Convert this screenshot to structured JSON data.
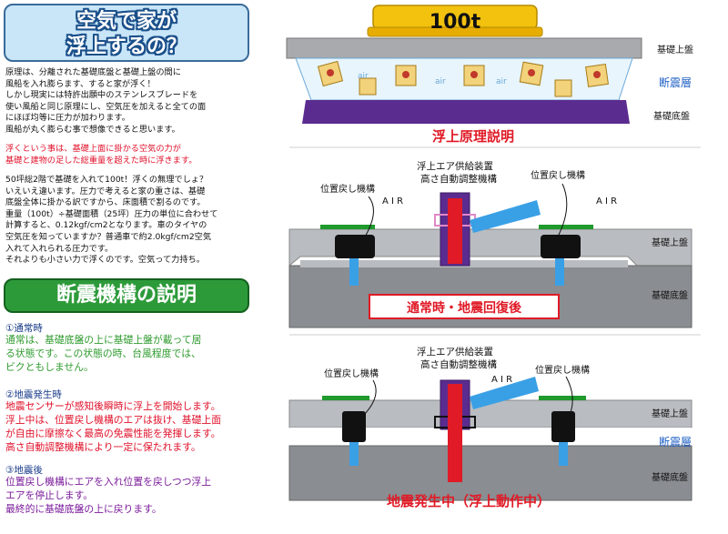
{
  "left": {
    "title_line1": "空気で家が",
    "title_line2": "浮上するの？",
    "intro": "原理は、分離された基礎底盤と基礎上盤の間に\n風船を入れ膨らます、すると家が浮く！\nしかし現実には特許出願中のステンレスブレードを\n使い風船と同じ原理にし、空気圧を加えると全ての面\nにほぼ均等に圧力が加わります。\n風船が丸く膨らむ事で想像できると思います。",
    "red_note": "浮くという事は、基礎上面に掛かる空気の力が\n基礎と建物の足した総重量を超えた時に浮きます。",
    "calc": "50坪総2階で基礎を入れて100t！浮くの無理でしょ？\nいえいえ違います。圧力で考えると家の重さは、基礎\n底盤全体に掛かる訳ですから、床面積で割るのです。\n重量（100t）÷基礎面積（25坪）圧力の単位に合わせて\n計算すると、0.12kgf/cm2となります。車のタイヤの\n空気圧を知っていますか？普通車で約2.0kgf/cm2空気\n入れて入れられる圧力です。\nそれよりも小さい力で浮くのです。空気って力持ち。",
    "section_title": "断震機構の説明",
    "s1_head": "①通常時",
    "s1_body": "通常は、基礎底盤の上に基礎上盤が載って居\nる状態です。この状態の時、台風程度では、\nビクともしません。",
    "s2_head": "②地震発生時",
    "s2_body": "地震センサーが感知後瞬時に浮上を開始します。\n浮上中は、位置戻し機構のエアは抜け、基礎上面\nが自由に摩擦なく最高の免震性能を発揮します。\n高さ自動調整機構により一定に保たれます。",
    "s3_head": "③地震後",
    "s3_body": "位置戻し機構にエアを入れ位置を戻しつつ浮上\nエアを停止します。\n最終的に基礎底盤の上に戻ります。"
  },
  "top_diagram": {
    "weight": "100t",
    "upper_label": "基礎上盤",
    "layer_label": "断震層",
    "base_label": "基礎底盤",
    "caption": "浮上原理説明",
    "air_text": "air"
  },
  "mid_diagram": {
    "device_label_1": "浮上エア供給装置",
    "device_label_2": "高さ自動調整機構",
    "pos_left": "位置戻し機構",
    "pos_right": "位置戻し機構",
    "air_left": "A I R",
    "air_right": "A I R",
    "upper_label": "基礎上盤",
    "base_label": "基礎底盤",
    "caption": "通常時・地震回復後"
  },
  "bot_diagram": {
    "device_label_1": "浮上エア供給装置",
    "device_label_2": "高さ自動調整機構",
    "pos_left": "位置戻し機構",
    "pos_right": "位置戻し機構",
    "air": "A I R",
    "upper_label": "基礎上盤",
    "layer_label": "断震層",
    "base_label": "基礎底盤",
    "caption": "地震発生中（浮上動作中）"
  },
  "colors": {
    "gold": "#f2c20f",
    "purple": "#5b2c8f",
    "slab": "#b9bcc0",
    "dark_slab": "#8a8d91",
    "blue": "#3aa0e6",
    "red": "#e01a26",
    "green": "#1f9a2c",
    "navy": "#1a3c8a"
  }
}
